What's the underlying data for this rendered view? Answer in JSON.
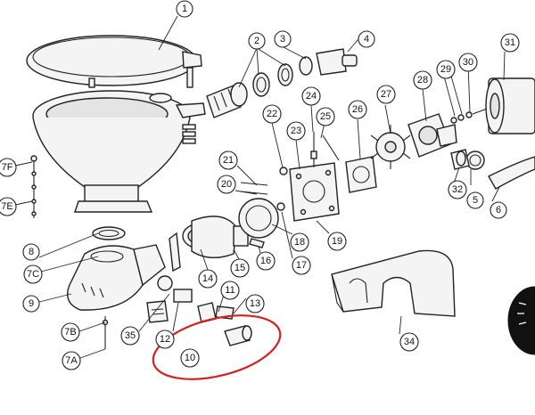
{
  "diagram": {
    "callouts": {
      "c1": "1",
      "c2": "2",
      "c3": "3",
      "c4": "4",
      "c5": "5",
      "c6": "6",
      "c7A": "7A",
      "c7B": "7B",
      "c7C": "7C",
      "c7E": "7E",
      "c7F": "7F",
      "c8": "8",
      "c9": "9",
      "c10": "10",
      "c11": "11",
      "c12": "12",
      "c13": "13",
      "c14": "14",
      "c15": "15",
      "c16": "16",
      "c17": "17",
      "c18": "18",
      "c19": "19",
      "c20": "20",
      "c21": "21",
      "c22": "22",
      "c23": "23",
      "c24": "24",
      "c25": "25",
      "c26": "26",
      "c27": "27",
      "c28": "28",
      "c29": "29",
      "c30": "30",
      "c31": "31",
      "c32": "32",
      "c34": "34",
      "c35": "35"
    },
    "highlight_color": "#d62020",
    "highlighted_part": "10"
  }
}
